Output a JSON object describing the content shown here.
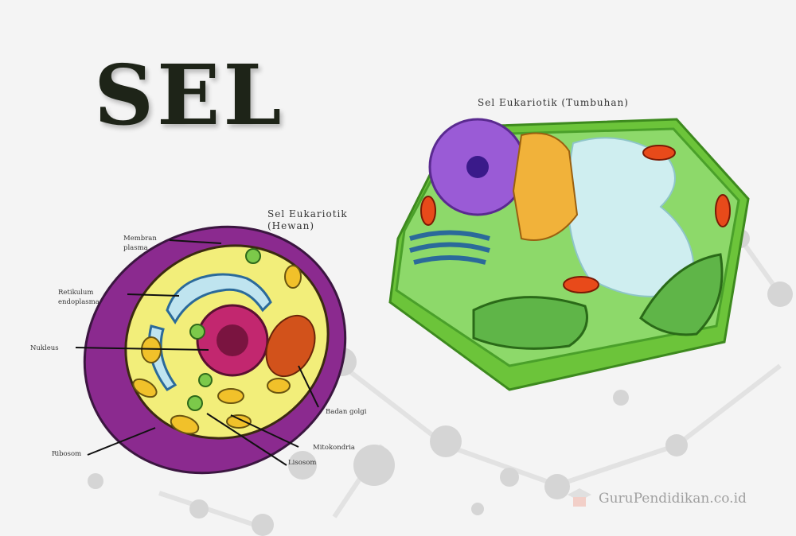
{
  "title": "SEL",
  "animal_cell": {
    "caption_line1": "Sel Eukariotik",
    "caption_line2": "(Hewan)",
    "labels": {
      "membran_1": "Membran",
      "membran_2": "plasma",
      "retikulum_1": "Retikulum",
      "retikulum_2": "endoplasma",
      "nukleus": "Nukleus",
      "ribosom": "Ribosom",
      "badan_golgi": "Badan golgi",
      "mitokondria": "Mitokondria",
      "lisosom": "Lisosom"
    },
    "colors": {
      "wall": "#8b2a8f",
      "cytoplasm": "#f2ee7a",
      "nucleus": "#c2276f",
      "golgi": "#d2521b"
    }
  },
  "plant_cell": {
    "caption": "Sel Eukariotik (Tumbuhan)",
    "colors": {
      "wall": "#6cc43a",
      "cytoplasm": "#8dd96a",
      "nucleus": "#9a5bd6",
      "vacuole": "#cfeef0",
      "golgi": "#f1b23a",
      "chloroplast": "#5fb548"
    }
  },
  "watermark": {
    "text": "GuruPendidikan.co.id",
    "icon": "graduation-cap-icon"
  }
}
